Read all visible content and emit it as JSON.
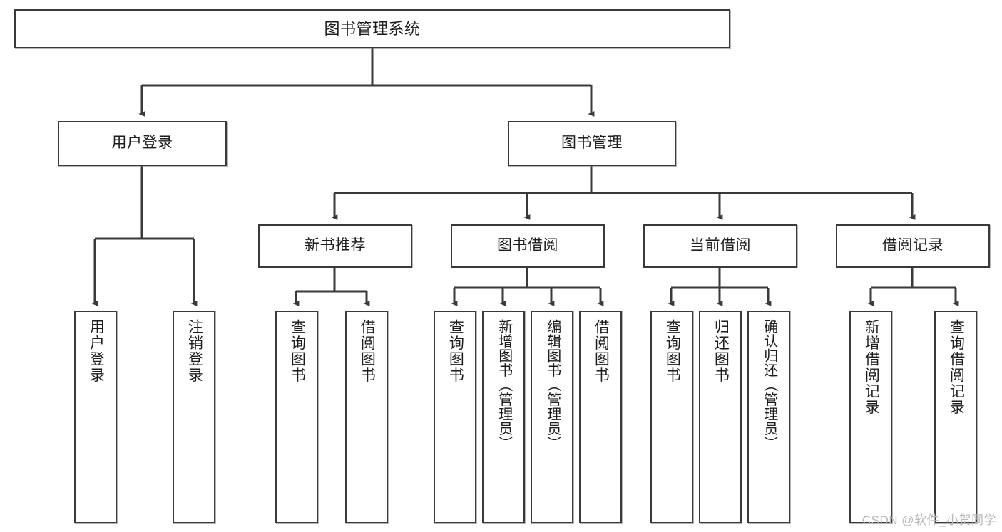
{
  "diagram": {
    "title": "图书管理系统",
    "root": {
      "label": "图书管理系统"
    },
    "level1": [
      {
        "label": "用户登录"
      },
      {
        "label": "图书管理"
      }
    ],
    "level2": [
      {
        "label": "新书推荐"
      },
      {
        "label": "图书借阅"
      },
      {
        "label": "当前借阅"
      },
      {
        "label": "借阅记录"
      }
    ],
    "leaves": {
      "user_login": [
        {
          "label": "用户登录"
        },
        {
          "label": "注销登录"
        }
      ],
      "new_book_recommend": [
        {
          "label": "查询图书"
        },
        {
          "label": "借阅图书"
        }
      ],
      "book_borrow": [
        {
          "label": "查询图书"
        },
        {
          "label": "新增图书（管理员）"
        },
        {
          "label": "编辑图书（管理员）"
        },
        {
          "label": "借阅图书"
        }
      ],
      "current_borrow": [
        {
          "label": "查询图书"
        },
        {
          "label": "归还图书"
        },
        {
          "label": "确认归还（管理员）"
        }
      ],
      "borrow_record": [
        {
          "label": "新增借阅记录"
        },
        {
          "label": "查询借阅记录"
        }
      ]
    }
  },
  "watermark": {
    "text": "CSDN @软件_小贺同学"
  },
  "colors": {
    "box_border": "#3a3a3a",
    "box_fill": "#ffffff",
    "connector": "#3a3a3a",
    "text": "#1d1d1d",
    "watermark": "#b9b9b9"
  }
}
